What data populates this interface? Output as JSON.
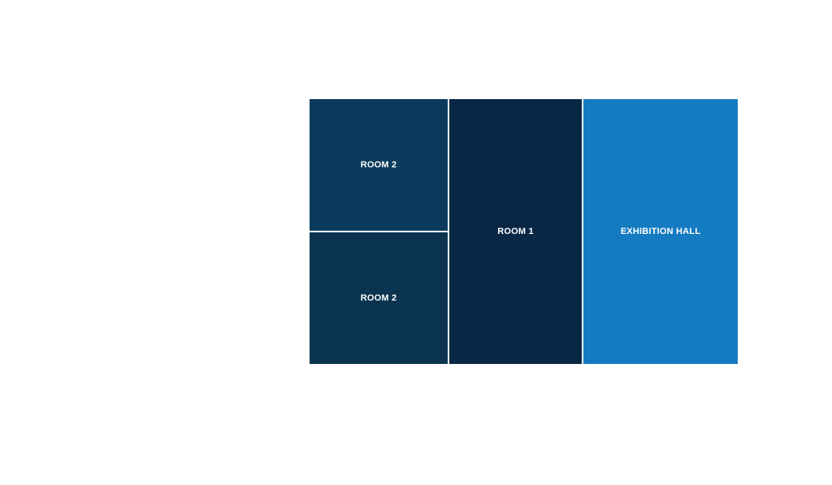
{
  "floorplan": {
    "rooms": [
      {
        "id": "room-2-top",
        "label": "ROOM 2",
        "color": "#0a3a5c"
      },
      {
        "id": "room-2-bottom",
        "label": "ROOM 2",
        "color": "#0a3450"
      },
      {
        "id": "room-1",
        "label": "ROOM 1",
        "color": "#082744"
      },
      {
        "id": "exhibition-hall",
        "label": "EXHIBITION HALL",
        "color": "#157bc1"
      }
    ]
  }
}
